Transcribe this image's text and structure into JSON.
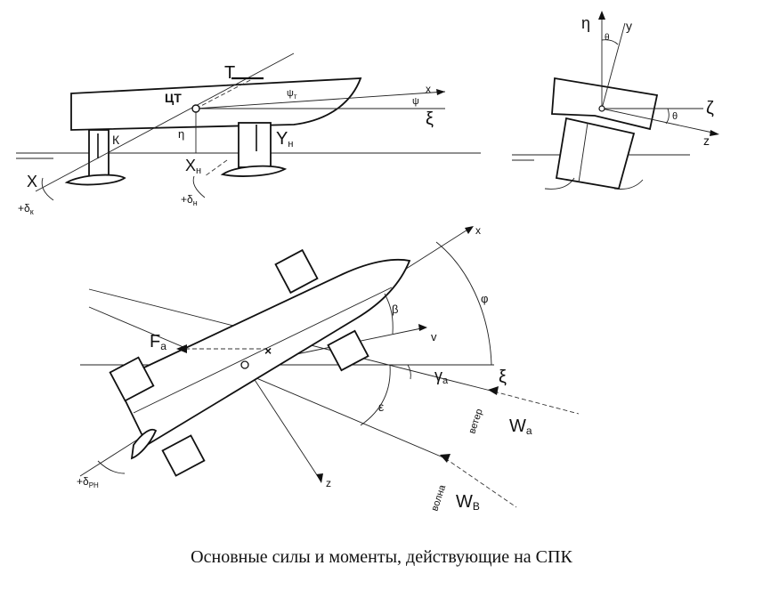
{
  "diagram": {
    "side_view": {
      "T": "T",
      "CT": "ЦТ",
      "x": "x",
      "xi": "ξ",
      "psi": "ψ",
      "psi_t": "ψ",
      "psi_t_sub": "т",
      "eta": "η",
      "Y_n": "Y",
      "Y_n_sub": "н",
      "X_n": "X",
      "X_n_sub": "н",
      "delta_n": "+δ",
      "delta_n_sub": "н",
      "Y_k_partial": "К",
      "X_k": "X",
      "delta_k": "+δ",
      "delta_k_sub": "к"
    },
    "front_view": {
      "eta": "η",
      "y": "y",
      "theta_top": "θ",
      "zeta": "ζ",
      "theta_side": "θ",
      "z": "z"
    },
    "top_view": {
      "x": "x",
      "beta": "β",
      "phi": "φ",
      "v": "v",
      "F_a": "F",
      "F_a_sub": "a",
      "gamma_a": "γ",
      "gamma_a_sub": "a",
      "xi": "ξ",
      "eps": "ε",
      "veter": "ветер",
      "W_a": "W",
      "W_a_sub": "a",
      "z": "z",
      "delta_rn": "+δ",
      "delta_rn_sub": "PH",
      "volna": "волна",
      "W_v": "W",
      "W_v_sub": "B"
    }
  },
  "caption": "Основные силы и моменты, действующие на СПК"
}
